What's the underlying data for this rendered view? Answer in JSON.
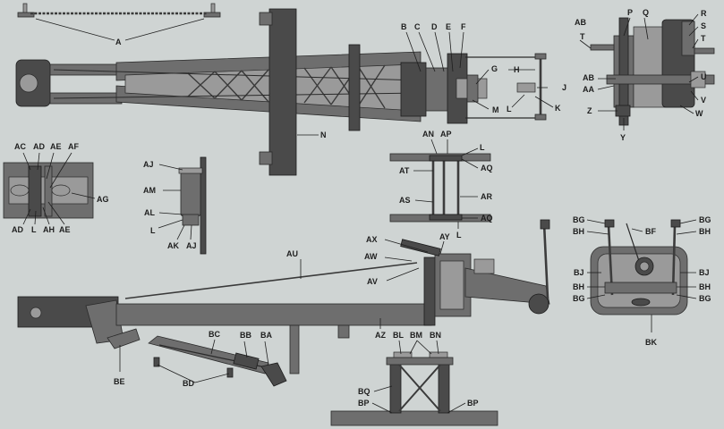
{
  "labels": {
    "A": "A",
    "AB1": "AB",
    "T": "T",
    "P": "P",
    "Q": "Q",
    "R": "R",
    "S": "S",
    "T2": "T",
    "AB2": "AB",
    "AA": "AA",
    "U": "U",
    "V": "V",
    "W": "W",
    "Z": "Z",
    "Y": "Y",
    "B": "B",
    "C": "C",
    "D": "D",
    "E": "E",
    "F": "F",
    "G": "G",
    "H": "H",
    "J": "J",
    "K": "K",
    "L1": "L",
    "M": "M",
    "N": "N",
    "AC": "AC",
    "AD1": "AD",
    "AE1": "AE",
    "AF": "AF",
    "AG": "AG",
    "AD2": "AD",
    "L2": "L",
    "AH": "AH",
    "AE2": "AE",
    "AJ1": "AJ",
    "AM": "AM",
    "AL": "AL",
    "L3": "L",
    "AK": "AK",
    "AJ2": "AJ",
    "AN": "AN",
    "AP": "AP",
    "L4": "L",
    "AT": "AT",
    "AQ1": "AQ",
    "AR": "AR",
    "AS": "AS",
    "AQ2": "AQ",
    "L5": "L",
    "BG1": "BG",
    "BH1": "BH",
    "BF": "BF",
    "BG2": "BG",
    "BH2": "BH",
    "BJ1": "BJ",
    "BJ2": "BJ",
    "BH3": "BH",
    "BH4": "BH",
    "BG3": "BG",
    "BG4": "BG",
    "BK": "BK",
    "AX": "AX",
    "AY": "AY",
    "AW": "AW",
    "AU": "AU",
    "AV": "AV",
    "AZ": "AZ",
    "BC": "BC",
    "BB": "BB",
    "BA": "BA",
    "BE": "BE",
    "BD": "BD",
    "BL": "BL",
    "BM": "BM",
    "BN": "BN",
    "BQ": "BQ",
    "BP1": "BP",
    "BP2": "BP"
  }
}
